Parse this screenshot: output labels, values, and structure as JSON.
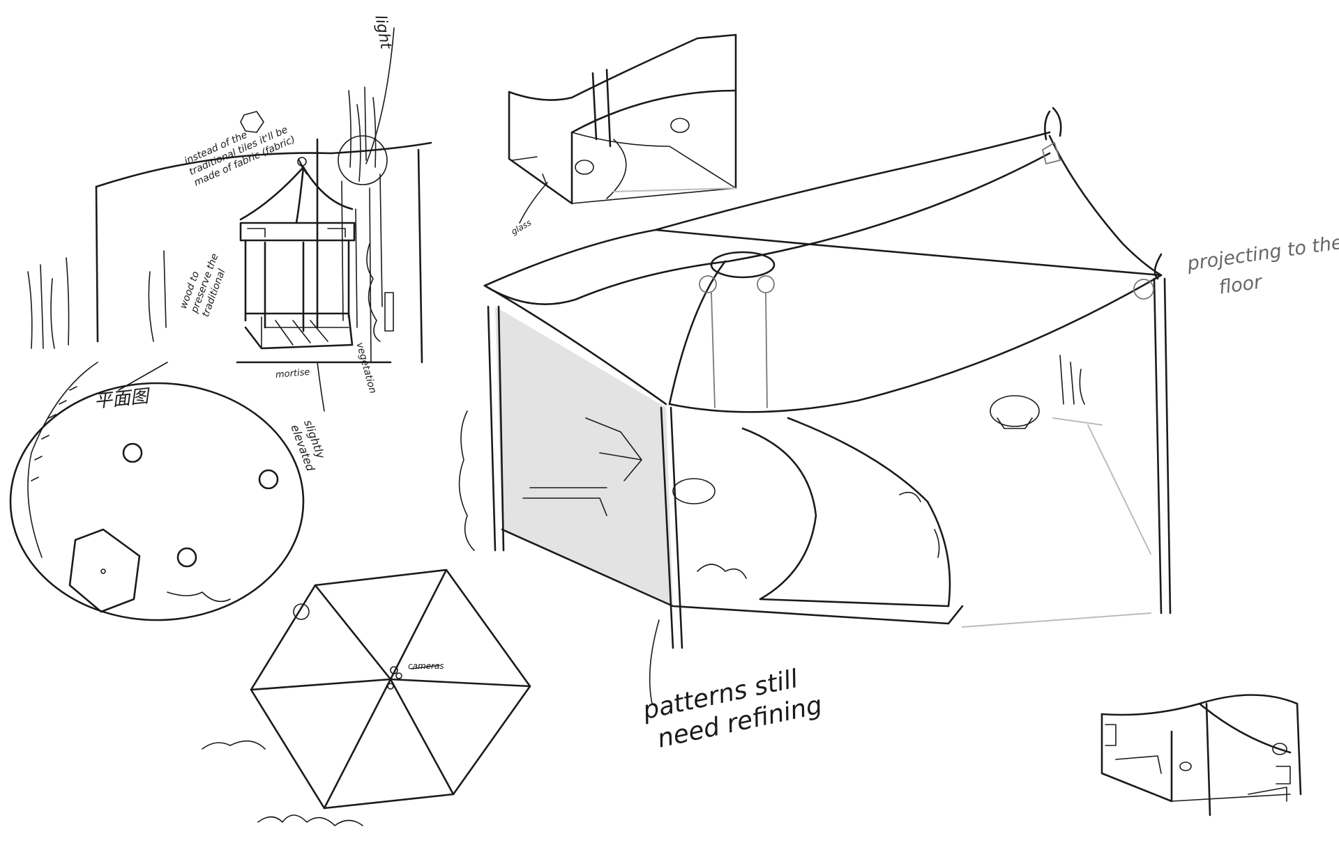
{
  "annotations": {
    "light": "light",
    "tiles_line1": "instead of the",
    "tiles_line2": "traditional tiles it'll be",
    "tiles_line3": "made of fabric (fabric)",
    "wood_line1": "wood to",
    "wood_line2": "preserve the",
    "wood_line3": "traditional",
    "mortise": "mortise",
    "vegetation": "vegetation",
    "elevated_line1": "slightly",
    "elevated_line2": "elevated",
    "plan_label": "平面图",
    "cameras": "cameras",
    "glass": "glass",
    "projecting_line1": "projecting to the",
    "projecting_line2": "floor",
    "patterns_line1": "patterns still",
    "patterns_line2": "need refining"
  },
  "colors": {
    "ink": "#1a1a1a",
    "pencil_gray": "#777777",
    "shade": "#e3e3e3"
  }
}
